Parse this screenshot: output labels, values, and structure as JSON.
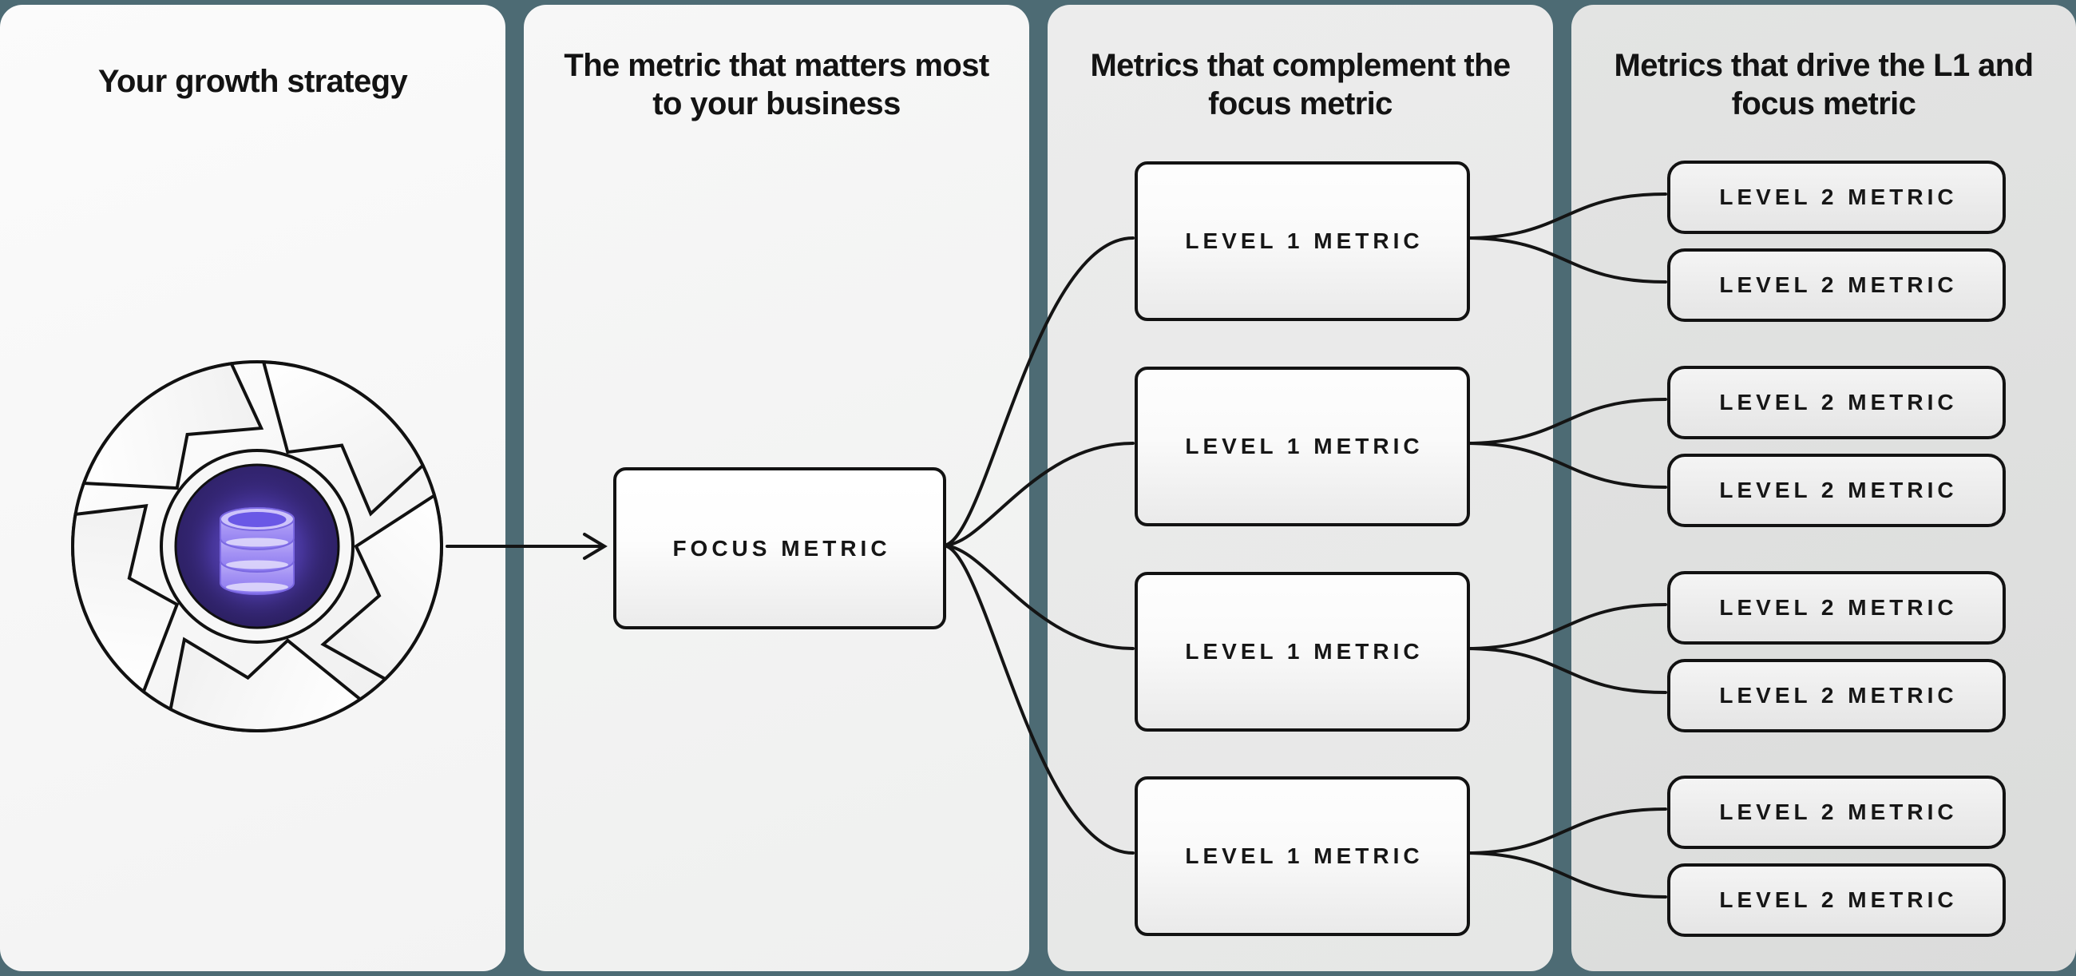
{
  "colors": {
    "background": "#4d6b74",
    "connector": "#141414",
    "node_border": "#121212",
    "hub_indigo": "#2a1f5e",
    "database_purple": "#a röm795f1",
    "database_purple_main": "#9584f1"
  },
  "panels": [
    {
      "title": "Your growth strategy"
    },
    {
      "title": "The metric that matters most to your business",
      "node": {
        "label": "FOCUS METRIC"
      }
    },
    {
      "title": "Metrics that complement the focus metric",
      "nodes": [
        {
          "label": "LEVEL 1 METRIC"
        },
        {
          "label": "LEVEL 1 METRIC"
        },
        {
          "label": "LEVEL 1 METRIC"
        },
        {
          "label": "LEVEL 1 METRIC"
        }
      ]
    },
    {
      "title": "Metrics that drive the L1 and focus metric",
      "nodes": [
        {
          "label": "LEVEL 2 METRIC"
        },
        {
          "label": "LEVEL 2 METRIC"
        },
        {
          "label": "LEVEL 2 METRIC"
        },
        {
          "label": "LEVEL 2 METRIC"
        },
        {
          "label": "LEVEL 2 METRIC"
        },
        {
          "label": "LEVEL 2 METRIC"
        },
        {
          "label": "LEVEL 2 METRIC"
        },
        {
          "label": "LEVEL 2 METRIC"
        }
      ]
    }
  ],
  "icons": {
    "flywheel": "growth-flywheel-with-database-icon"
  }
}
